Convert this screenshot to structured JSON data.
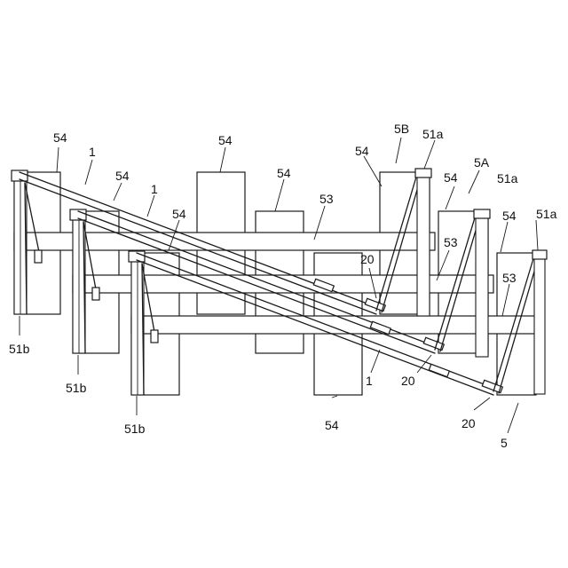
{
  "labels": {
    "l54": "54",
    "l53": "53",
    "l1": "1",
    "l20": "20",
    "l51a": "51a",
    "l51b": "51b",
    "l5A": "5A",
    "l5B": "5B",
    "l5": "5"
  },
  "colors": {
    "line": "#1a1a1a",
    "background": "#ffffff"
  }
}
